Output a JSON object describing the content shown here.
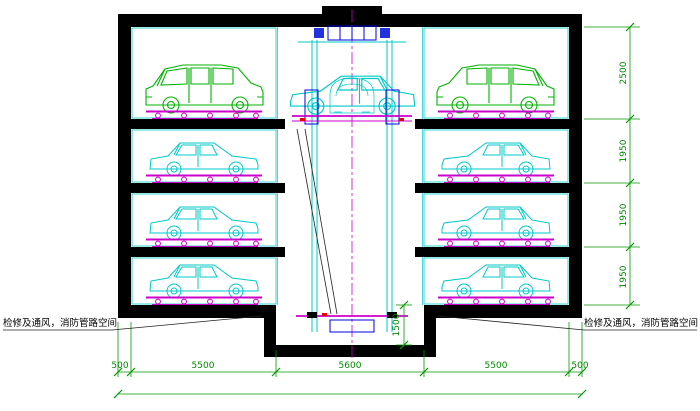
{
  "drawing": {
    "notes": {
      "left": "检修及通风，消防管路空间",
      "right": "检修及通风，消防管路空间"
    },
    "dims": {
      "right_vertical": [
        "2500",
        "1950",
        "1950",
        "1950"
      ],
      "bottom": [
        "500",
        "5500",
        "5600",
        "5500",
        "500"
      ],
      "pit_depth": "1500"
    },
    "colors": {
      "structure": "#000000",
      "suv_car": "#00b300",
      "sedan_car": "#00c8c8",
      "pallet": "#cc00cc",
      "dimension": "#009900",
      "lift_machine": "#2233dd",
      "centerline": "#cc00cc",
      "marker": "#ee0000"
    }
  }
}
